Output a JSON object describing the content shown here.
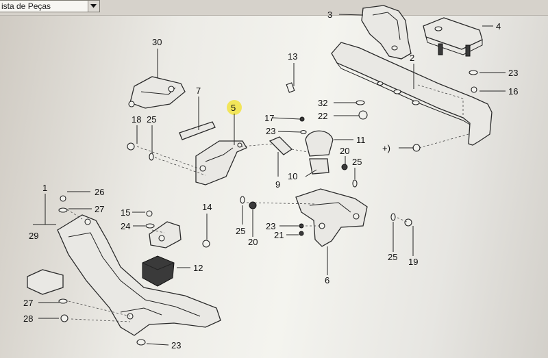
{
  "window": {
    "view_select_value": "ista de Peças"
  },
  "icons": {
    "dropdown": "chevron-down-icon"
  },
  "colors": {
    "highlight": "#f2e55a",
    "line": "#222222"
  },
  "callouts": {
    "c1": "1",
    "c2": "2",
    "c3": "3",
    "c4": "4",
    "c5": "5",
    "c6": "6",
    "c7": "7",
    "c9": "9",
    "c10": "10",
    "c11": "11",
    "c12": "12",
    "c13": "13",
    "c14": "14",
    "c15": "15",
    "c16": "16",
    "c17": "17",
    "c18": "18",
    "c19": "19",
    "c20a": "20",
    "c20b": "20",
    "c21": "21",
    "c22": "22",
    "c23a": "23",
    "c23b": "23",
    "c23c": "23",
    "c23d": "23",
    "c24": "24",
    "c25a": "25",
    "c25b": "25",
    "c25c": "25",
    "c25d": "25",
    "c26": "26",
    "c27a": "27",
    "c27b": "27",
    "c28": "28",
    "c29": "29",
    "c30": "30",
    "c32": "32",
    "cplus": "+)"
  }
}
